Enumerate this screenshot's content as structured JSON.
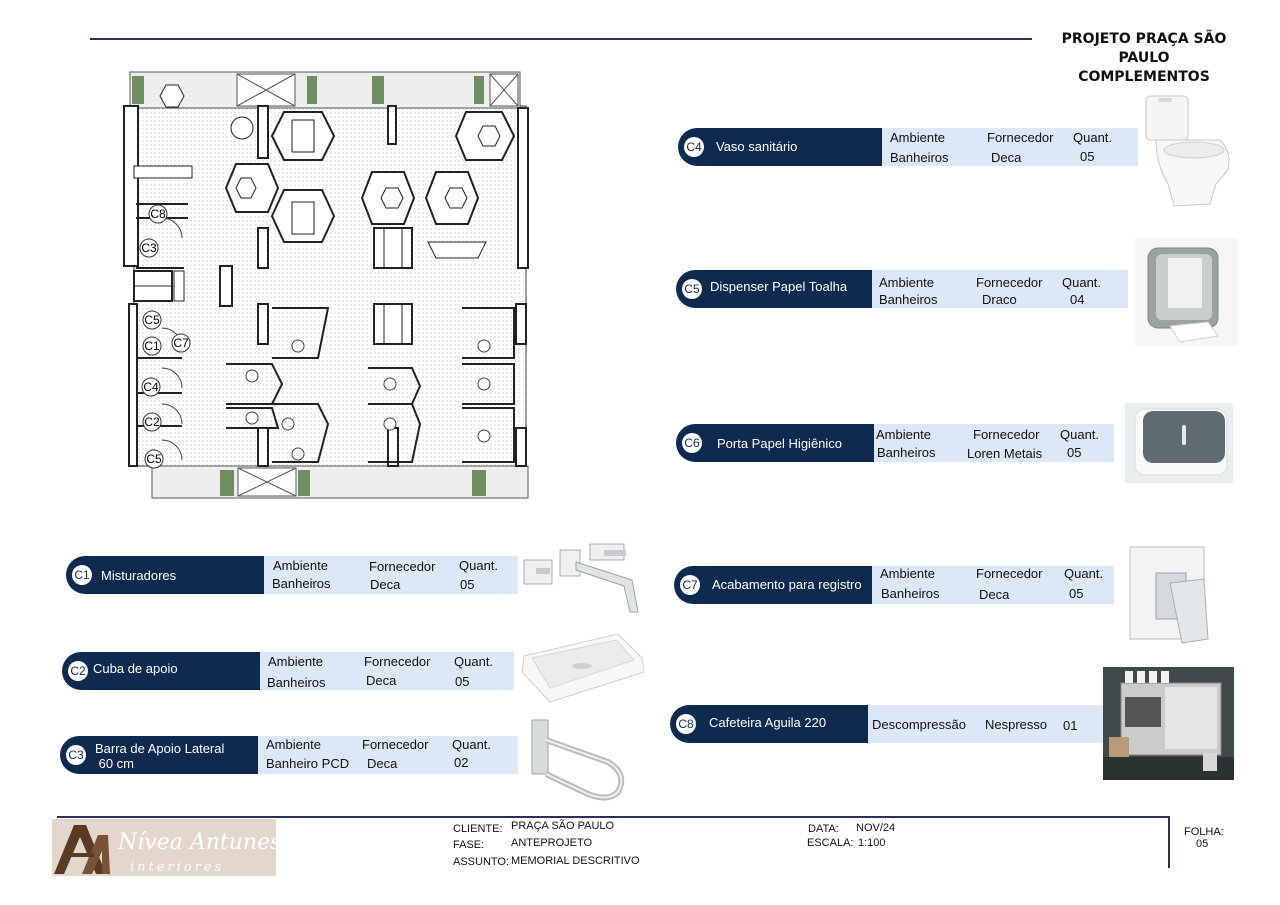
{
  "header": {
    "title_line1": "PROJETO PRAÇA SÃO PAULO",
    "title_line2": "COMPLEMENTOS"
  },
  "plan_labels": {
    "c8": "C8",
    "c3": "C3",
    "c5a": "C5",
    "c1": "C1",
    "c7": "C7",
    "c4": "C4",
    "c2": "C2",
    "c5b": "C5"
  },
  "items": {
    "c4": {
      "code": "C4",
      "name": "Vaso sanitário",
      "h_amb": "Ambiente",
      "h_forn": "Fornecedor",
      "h_quant": "Quant.",
      "ambiente": "Banheiros",
      "fornecedor": "Deca",
      "quant": "05"
    },
    "c5": {
      "code": "C5",
      "name": "Dispenser Papel Toalha",
      "h_amb": "Ambiente",
      "h_forn": "Fornecedor",
      "h_quant": "Quant.",
      "ambiente": "Banheiros",
      "fornecedor": "Draco",
      "quant": "04"
    },
    "c6": {
      "code": "C6",
      "name": "Porta Papel Higiênico",
      "h_amb": "Ambiente",
      "h_forn": "Fornecedor",
      "h_quant": "Quant.",
      "ambiente": "Banheiros",
      "fornecedor": "Loren Metais",
      "quant": "05"
    },
    "c7": {
      "code": "C7",
      "name": "Acabamento para registro",
      "h_amb": "Ambiente",
      "h_forn": "Fornecedor",
      "h_quant": "Quant.",
      "ambiente": "Banheiros",
      "fornecedor": "Deca",
      "quant": "05"
    },
    "c8": {
      "code": "C8",
      "name": "Cafeteira Aguila 220",
      "ambiente": "Descompressão",
      "fornecedor": "Nespresso",
      "quant": "01"
    },
    "c1": {
      "code": "C1",
      "name": "Misturadores",
      "h_amb": "Ambiente",
      "h_forn": "Fornecedor",
      "h_quant": "Quant.",
      "ambiente": "Banheiros",
      "fornecedor": "Deca",
      "quant": "05"
    },
    "c2": {
      "code": "C2",
      "name": "Cuba de apoio",
      "h_amb": "Ambiente",
      "h_forn": "Fornecedor",
      "h_quant": "Quant.",
      "ambiente": "Banheiros",
      "fornecedor": "Deca",
      "quant": "05"
    },
    "c3": {
      "code": "C3",
      "name": "Barra de Apoio Lateral\n 60 cm",
      "h_amb": "Ambiente",
      "h_forn": "Fornecedor",
      "h_quant": "Quant.",
      "ambiente": "Banheiro PCD",
      "fornecedor": "Deca",
      "quant": "02"
    }
  },
  "footer": {
    "logo_text": "Nívea Antunes",
    "logo_sub": "interiores",
    "cliente_label": "CLIENTE:",
    "cliente": "PRAÇA SÃO PAULO",
    "fase_label": "FASE:",
    "fase": "ANTEPROJETO",
    "assunto_label": "ASSUNTO:",
    "assunto": "MEMORIAL DESCRITIVO",
    "data_label": "DATA:",
    "data": "NOV/24",
    "escala_label": "ESCALA:",
    "escala": "1:100",
    "folha_label": "FOLHA:",
    "folha": "05"
  },
  "colors": {
    "navy": "#0f2a4f",
    "light_blue": "#dce8f6",
    "line": "#23335a"
  }
}
